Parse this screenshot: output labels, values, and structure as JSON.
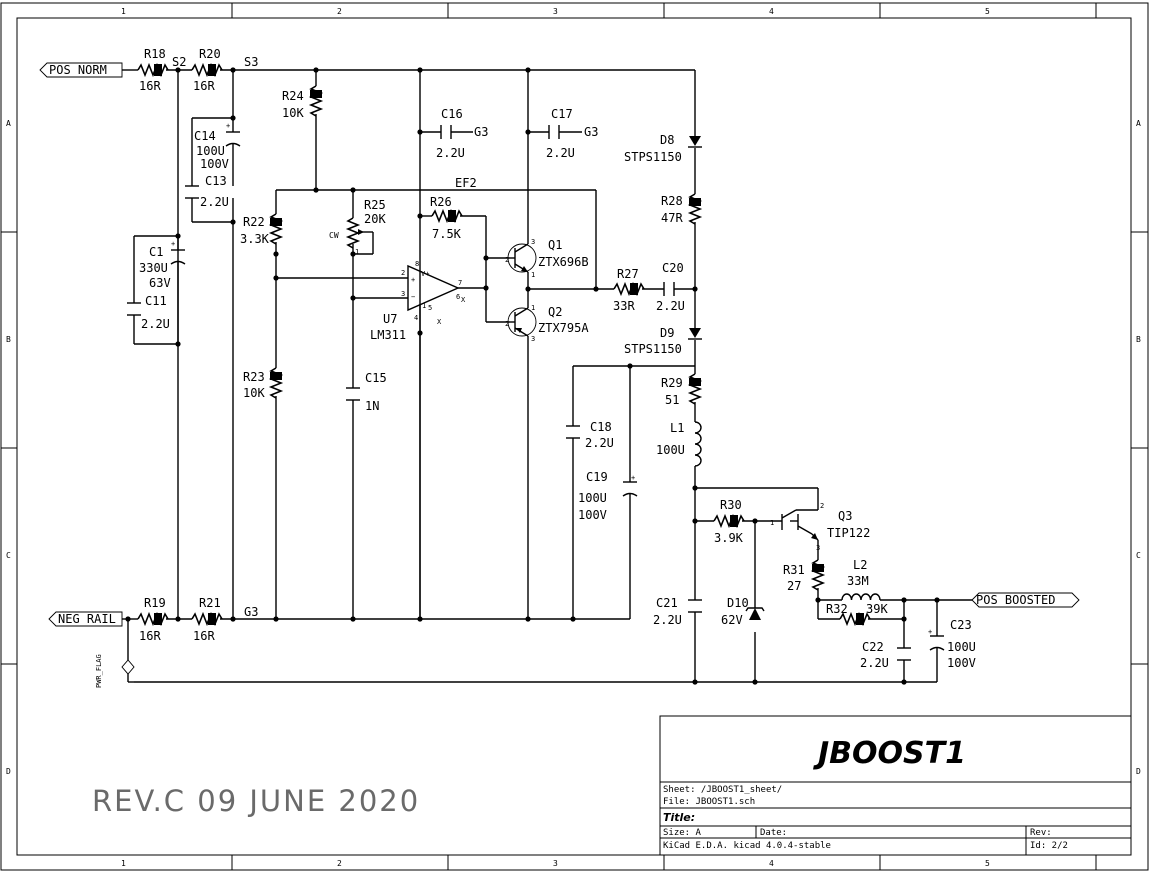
{
  "frame": {
    "columns": [
      "1",
      "2",
      "3",
      "4",
      "5"
    ],
    "rows": [
      "A",
      "B",
      "C",
      "D"
    ]
  },
  "labels": {
    "pos_norm": "POS_NORM",
    "neg_rail": "NEG_RAIL",
    "pos_boosted": "POS_BOOSTED",
    "pwr_flag": "PWR_FLAG"
  },
  "nets": {
    "s2": "S2",
    "s3": "S3",
    "g3": "G3",
    "ef2": "EF2"
  },
  "components": {
    "r18": {
      "ref": "R18",
      "value": "16R"
    },
    "r20": {
      "ref": "R20",
      "value": "16R"
    },
    "r19": {
      "ref": "R19",
      "value": "16R"
    },
    "r21": {
      "ref": "R21",
      "value": "16R"
    },
    "c14": {
      "ref": "C14",
      "value": "100U",
      "value2": "100V"
    },
    "c13": {
      "ref": "C13",
      "value": "2.2U"
    },
    "c1": {
      "ref": "C1",
      "value": "330U",
      "value2": "63V"
    },
    "c11": {
      "ref": "C11",
      "value": "2.2U"
    },
    "r24": {
      "ref": "R24",
      "value": "10K"
    },
    "r22": {
      "ref": "R22",
      "value": "3.3K"
    },
    "r23": {
      "ref": "R23",
      "value": "10K"
    },
    "r25": {
      "ref": "R25",
      "value": "20K",
      "cw": "CW"
    },
    "r26": {
      "ref": "R26",
      "value": "7.5K"
    },
    "c16": {
      "ref": "C16",
      "value": "2.2U"
    },
    "c17": {
      "ref": "C17",
      "value": "2.2U"
    },
    "c15": {
      "ref": "C15",
      "value": "1N"
    },
    "u7": {
      "ref": "U7",
      "value": "LM311"
    },
    "q1": {
      "ref": "Q1",
      "value": "ZTX696B"
    },
    "q2": {
      "ref": "Q2",
      "value": "ZTX795A"
    },
    "r27": {
      "ref": "R27",
      "value": "33R"
    },
    "c20": {
      "ref": "C20",
      "value": "2.2U"
    },
    "d8": {
      "ref": "D8",
      "value": "STPS1150"
    },
    "r28": {
      "ref": "R28",
      "value": "47R"
    },
    "d9": {
      "ref": "D9",
      "value": "STPS1150"
    },
    "r29": {
      "ref": "R29",
      "value": "51"
    },
    "l1": {
      "ref": "L1",
      "value": "100U"
    },
    "c18": {
      "ref": "C18",
      "value": "2.2U"
    },
    "c19": {
      "ref": "C19",
      "value": "100U",
      "value2": "100V"
    },
    "r30": {
      "ref": "R30",
      "value": "3.9K"
    },
    "q3": {
      "ref": "Q3",
      "value": "TIP122"
    },
    "r31": {
      "ref": "R31",
      "value": "27"
    },
    "l2": {
      "ref": "L2",
      "value": "33M"
    },
    "r32": {
      "ref": "R32",
      "value": "39K"
    },
    "c21": {
      "ref": "C21",
      "value": "2.2U"
    },
    "d10": {
      "ref": "D10",
      "value": "62V"
    },
    "c22": {
      "ref": "C22",
      "value": "2.2U"
    },
    "c23": {
      "ref": "C23",
      "value": "100U",
      "value2": "100V"
    }
  },
  "revision_note": "REV.C  09 JUNE 2020",
  "title_block": {
    "title_big": "JBOOST1",
    "sheet": "Sheet: /JBOOST1_sheet/",
    "file": "File: JBOOST1.sch",
    "title_label": "Title:",
    "size": "Size: A",
    "date": "Date:",
    "rev": "Rev:",
    "kicad": "KiCad E.D.A.  kicad 4.0.4-stable",
    "id": "Id: 2/2"
  }
}
